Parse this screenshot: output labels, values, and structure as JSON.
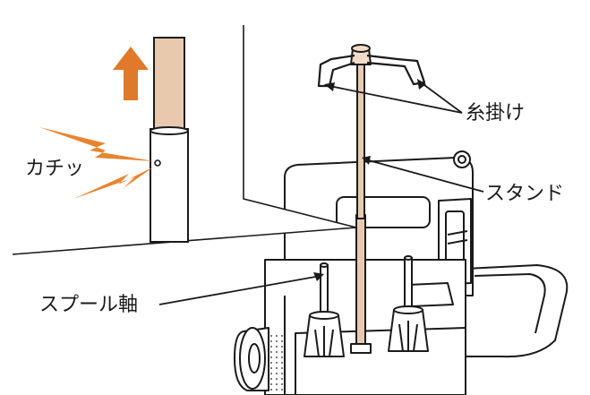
{
  "labels": {
    "click": "カチッ",
    "thread_guide": "糸掛け",
    "stand": "スタンド",
    "spool_pin": "スプール軸"
  },
  "colors": {
    "line": "#1a1a1a",
    "stand": "#e8c9ae",
    "stand_dark": "#c49a78",
    "arrow": "#e07a2a",
    "zigzag": "#e8842e",
    "machine": "#ffffff"
  },
  "icons": {
    "up_arrow": "up-arrow-icon",
    "click_spark": "zigzag-spark-icon"
  }
}
